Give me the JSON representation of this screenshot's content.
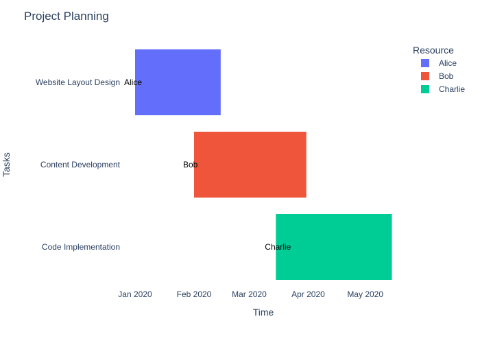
{
  "chart_data": {
    "type": "gantt",
    "title": "Project Planning",
    "xlabel": "Time",
    "ylabel": "Tasks",
    "x_ticks": [
      "Jan 2020",
      "Feb 2020",
      "Mar 2020",
      "Apr 2020",
      "May 2020"
    ],
    "x_range": [
      "2020-01-01",
      "2020-05-31"
    ],
    "tasks": [
      {
        "task": "Website Layout Design",
        "start": "2020-01-01",
        "finish": "2020-02-15",
        "resource": "Alice",
        "label": "Alice"
      },
      {
        "task": "Content Development",
        "start": "2020-02-01",
        "finish": "2020-03-31",
        "resource": "Bob",
        "label": "Bob"
      },
      {
        "task": "Code Implementation",
        "start": "2020-03-15",
        "finish": "2020-05-15",
        "resource": "Charlie",
        "label": "Charlie"
      }
    ],
    "legend": {
      "title": "Resource",
      "placement": "top-right",
      "items": [
        {
          "name": "Alice",
          "color": "#636efa"
        },
        {
          "name": "Bob",
          "color": "#EF553B"
        },
        {
          "name": "Charlie",
          "color": "#00cc96"
        }
      ]
    }
  }
}
